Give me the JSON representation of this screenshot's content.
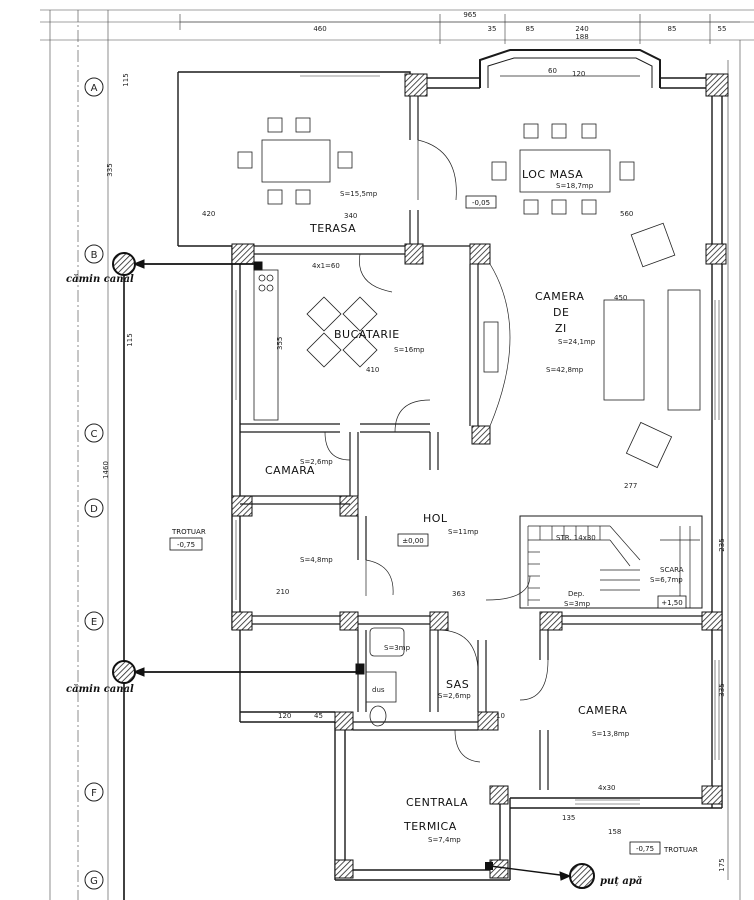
{
  "dimensions": {
    "overall": "965",
    "top_left": "460",
    "top_35a": "35",
    "top_bay": "240",
    "top_bay_sub": "188",
    "top_85a": "85",
    "top_85b": "85",
    "top_55": "55",
    "left_b_offset": "335",
    "left_total": "1460",
    "left_115": "115",
    "right_335": "335",
    "right_235": "235",
    "right_175": "175",
    "hall_363": "363",
    "bot_135": "135",
    "bot_158": "158",
    "bot_210": "210",
    "bot_120": "120",
    "bot_45": "45",
    "bot_10": "10",
    "terasa_340": "340",
    "terasa_420": "420",
    "dining_560": "560",
    "living_450": "450",
    "living_277": "277",
    "kitchen_410": "410",
    "kitchen_355": "355",
    "bay_60": "60",
    "bay_120": "120"
  },
  "axes": [
    "A",
    "B",
    "C",
    "D",
    "E",
    "F",
    "G"
  ],
  "rooms": {
    "terasa": {
      "name": "TERASA",
      "area": "S=15,5mp"
    },
    "loc_masa": {
      "name": "LOC MASA",
      "area": "S=18,7mp"
    },
    "bucatarie": {
      "name": "BUCATARIE",
      "area": "S=16mp"
    },
    "camera_de_zi": {
      "name_1": "CAMERA",
      "name_2": "DE",
      "name_3": "ZI",
      "area_1": "S=24,1mp",
      "area_2": "S=42,8mp"
    },
    "camara": {
      "name": "CAMARA",
      "area": "S=2,6mp"
    },
    "hol": {
      "name": "HOL",
      "area": "S=11mp"
    },
    "storage": {
      "area": "S=4,8mp"
    },
    "scara": {
      "name": "SCARA",
      "area": "S=6,7mp"
    },
    "depozit": {
      "name": "Dep.",
      "area": "S=3mp"
    },
    "wc": {
      "area": "S=3mp"
    },
    "sas": {
      "name": "SAS",
      "area": "S=2,6mp"
    },
    "dus": {
      "name": "dus"
    },
    "camera": {
      "name": "CAMERA",
      "area": "S=13,8mp"
    },
    "centrala_termica": {
      "name_1": "CENTRALA",
      "name_2": "TERMICA",
      "area": "S=7,4mp"
    }
  },
  "levels": {
    "terasa_level": "-0,05",
    "exterior_left": "-0,75",
    "hall_level": "±0,00",
    "stair_top": "+1,50",
    "exterior_bottom": "-0,75",
    "exterior_left_label": "TROTUAR",
    "exterior_bottom_label": "TROTUAR"
  },
  "annotations": {
    "stairs": "STR. 14x30",
    "stairs_2": "4x30",
    "canal_label": "cămin canal",
    "water_label": "puț apă",
    "kitchen_window": "4x1=60"
  },
  "colors": {
    "ink": "#1a1a1a",
    "wall_hatch": "#333333",
    "paper": "#ffffff"
  }
}
